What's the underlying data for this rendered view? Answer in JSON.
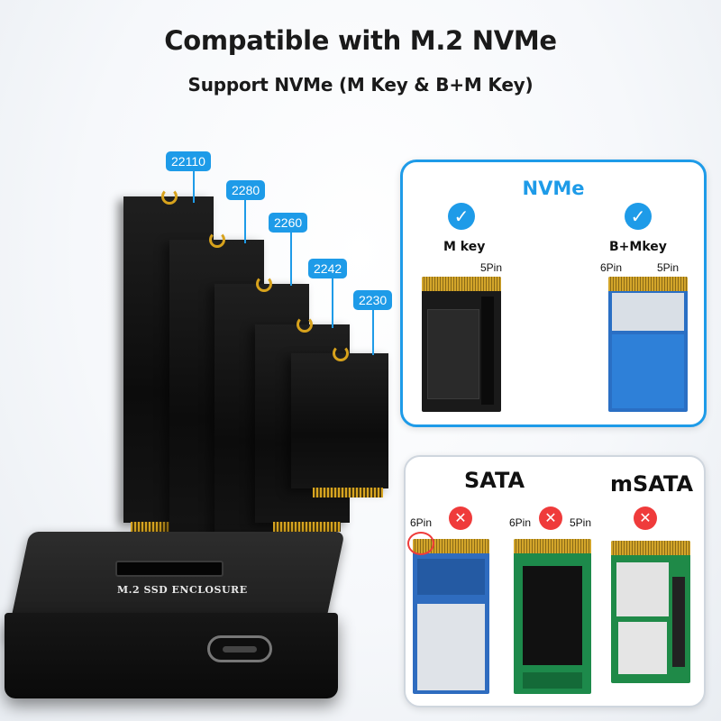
{
  "header": {
    "title": "Compatible with M.2 NVMe",
    "subtitle": "Support NVMe (M Key & B+M Key)"
  },
  "sizes": [
    "22110",
    "2280",
    "2260",
    "2242",
    "2230"
  ],
  "enclosure": {
    "label": "M.2 SSD ENCLOSURE"
  },
  "nvme_panel": {
    "heading": "NVMe",
    "cards": [
      {
        "label": "M key",
        "pins_right": "5Pin",
        "supported": true
      },
      {
        "label": "B+Mkey",
        "pins_left": "6Pin",
        "pins_right": "5Pin",
        "supported": true
      }
    ]
  },
  "sata_panel": {
    "headings": {
      "sata": "SATA",
      "msata": "mSATA"
    },
    "cards": [
      {
        "pins_left": "6Pin",
        "supported": false
      },
      {
        "pins_left": "6Pin",
        "pins_right": "5Pin",
        "supported": false
      },
      {
        "supported": false
      }
    ]
  },
  "colors": {
    "accent": "#1e9be8",
    "reject": "#ef3b3b",
    "gold": "#d7a21c"
  }
}
